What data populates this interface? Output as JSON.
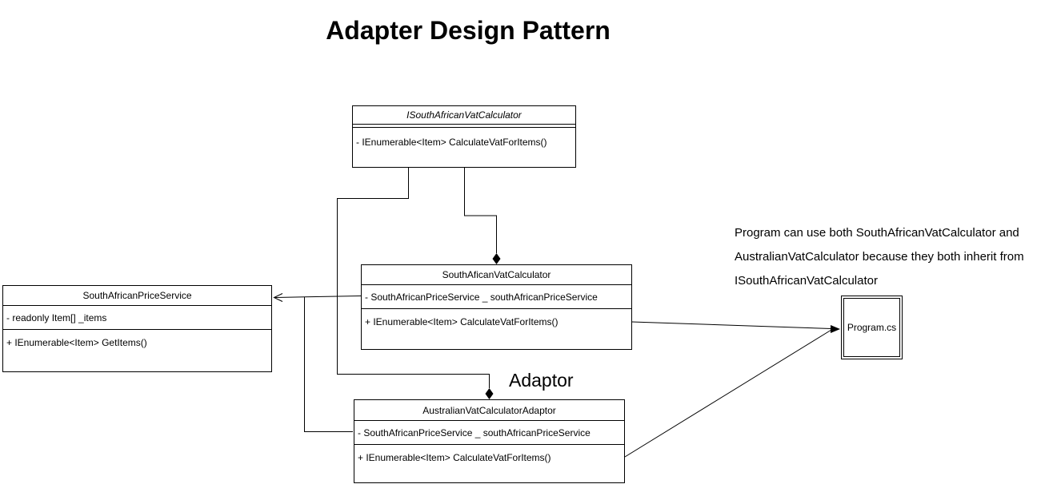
{
  "title": "Adapter Design Pattern",
  "interface": {
    "name": "ISouthAfricanVatCalculator",
    "method": "- IEnumerable<Item> CalculateVatForItems()"
  },
  "vat_calculator": {
    "name": "SouthAficanVatCalculator",
    "field": "- SouthAfricanPriceService _ southAfricanPriceService",
    "method": "+ IEnumerable<Item> CalculateVatForItems()"
  },
  "price_service": {
    "name": "SouthAfricanPriceService",
    "field": "- readonly Item[] _items",
    "method": "+ IEnumerable<Item> GetItems()"
  },
  "adaptor_class": {
    "name": "AustralianVatCalculatorAdaptor",
    "field": "- SouthAfricanPriceService _ southAfricanPriceService",
    "method": "+ IEnumerable<Item> CalculateVatForItems()"
  },
  "adaptor_label": "Adaptor",
  "program": {
    "label": "Program.cs"
  },
  "note": {
    "lines": [
      "Program can use both SouthAfricanVatCalculator and",
      "AustralianVatCalculator because they both inherit from",
      "ISouthAfricanVatCalculator"
    ]
  },
  "colors": {
    "line": "#000000",
    "background": "#ffffff"
  }
}
